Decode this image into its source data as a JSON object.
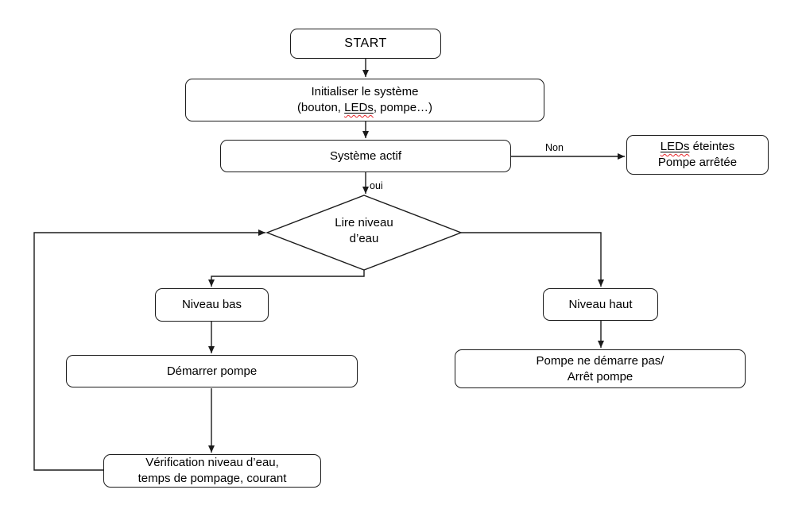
{
  "title": "Organigramme système de pompage",
  "colors": {
    "background": "#ffffff",
    "stroke": "#1b1b1b",
    "text": "#000000",
    "spellcheck": "#e8262b"
  },
  "nodes": {
    "start": {
      "label": "START"
    },
    "init": {
      "line1": "Initialiser le système",
      "line2_pre": "(bouton, ",
      "line2_word": "LEDs",
      "line2_post": ", pompe…)"
    },
    "systeme_actif": {
      "label": "Système actif"
    },
    "leds_eteintes": {
      "line1_word": "LEDs",
      "line1_post": " éteintes",
      "line2": "Pompe arrêtée"
    },
    "lire_niveau": {
      "line1": "Lire niveau",
      "line2": "d’eau"
    },
    "niveau_bas": {
      "label": "Niveau bas"
    },
    "niveau_haut": {
      "label": "Niveau haut"
    },
    "demarrer_pompe": {
      "label": "Démarrer pompe"
    },
    "pompe_arret": {
      "line1": "Pompe ne démarre pas/",
      "line2": "Arrêt pompe"
    },
    "verification": {
      "line1": "Vérification niveau d’eau,",
      "line2": "temps de pompage, courant"
    }
  },
  "edge_labels": {
    "non": "Non",
    "oui": "oui"
  }
}
